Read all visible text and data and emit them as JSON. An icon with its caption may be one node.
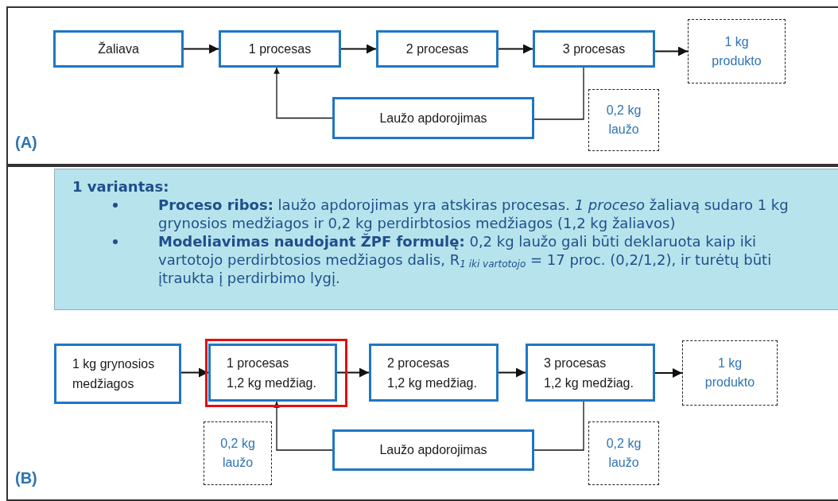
{
  "diagram": {
    "nodes": [
      {
        "text": [
          "(A)"
        ]
      },
      {
        "text": [
          "Žaliava"
        ],
        "in": 0
      },
      {
        "text": [
          "1 procesas"
        ],
        "in": 0
      },
      {
        "text": [
          "2 procesas"
        ],
        "in": 0
      },
      {
        "text": [
          "3 procesas"
        ],
        "in": 0
      },
      {
        "text": [
          "1 kg produkto"
        ],
        "in": 0
      },
      {
        "text": [
          "Laužo apdorojimas"
        ],
        "in": 0
      },
      {
        "text": [
          "0,2 kg laužo"
        ],
        "in": 0
      },
      {
        "text": [
          "(B)"
        ]
      },
      {
        "text": [
          "1 variantas:",
          "**Proceso ribos:** laužo apdorojimas yra atskiras procesas. *1 proceso* žaliavą sudaro 1 kg grynosios medžiagos ir 0,2 kg perdirbtosios medžiagos (1,2 kg žaliavos)",
          "**Modeliavimas naudojant ŽPF formulę:** 0,2 kg laužo gali būti deklaruota kaip iki vartotojo perdirbtosios medžiagos dalis, R$_{1 iki vartotojo}$ = 17 proc. (0,2/1,2), ir turėtų būti įtraukta į perdirbimo lygį."
        ],
        "in": 8
      },
      {
        "text": [],
        "shape": "box",
        "in": 8
      },
      {
        "text": [
          "1 kg grynosios medžiagos"
        ],
        "in": 8
      },
      {
        "text": [
          "1 procesas",
          "1,2 kg medžiag."
        ],
        "in": 10
      },
      {
        "text": [
          "2 procesas",
          "1,2 kg medžiag."
        ],
        "in": 8
      },
      {
        "text": [
          "3 procesas",
          "1,2 kg medžiag."
        ],
        "in": 8
      },
      {
        "text": [
          "1 kg produkto"
        ],
        "in": 8
      },
      {
        "text": [
          "0,2 kg laužo"
        ],
        "in": 8
      },
      {
        "text": [
          "Laužo apdorojimas"
        ],
        "in": 8
      },
      {
        "text": [
          "0,2 kg laužo"
        ],
        "in": 8
      }
    ],
    "edges": [
      {
        "from": 1,
        "to": 2,
        "arrow": "to"
      },
      {
        "from": 2,
        "to": 3,
        "arrow": "to"
      },
      {
        "from": 3,
        "to": 4,
        "arrow": "to"
      },
      {
        "from": 4,
        "to": 5,
        "arrow": "to"
      },
      {
        "from": 4,
        "to": 6,
        "arrow": "none"
      },
      {
        "from": 6,
        "to": 2,
        "arrow": "to"
      },
      {
        "from": 11,
        "to": 12,
        "arrow": "to"
      },
      {
        "from": 12,
        "to": 13,
        "arrow": "to"
      },
      {
        "from": 13,
        "to": 14,
        "arrow": "to"
      },
      {
        "from": 14,
        "to": 15,
        "arrow": "to"
      },
      {
        "from": 14,
        "to": 17,
        "arrow": "none"
      },
      {
        "from": 17,
        "to": 12,
        "arrow": "to"
      }
    ]
  }
}
